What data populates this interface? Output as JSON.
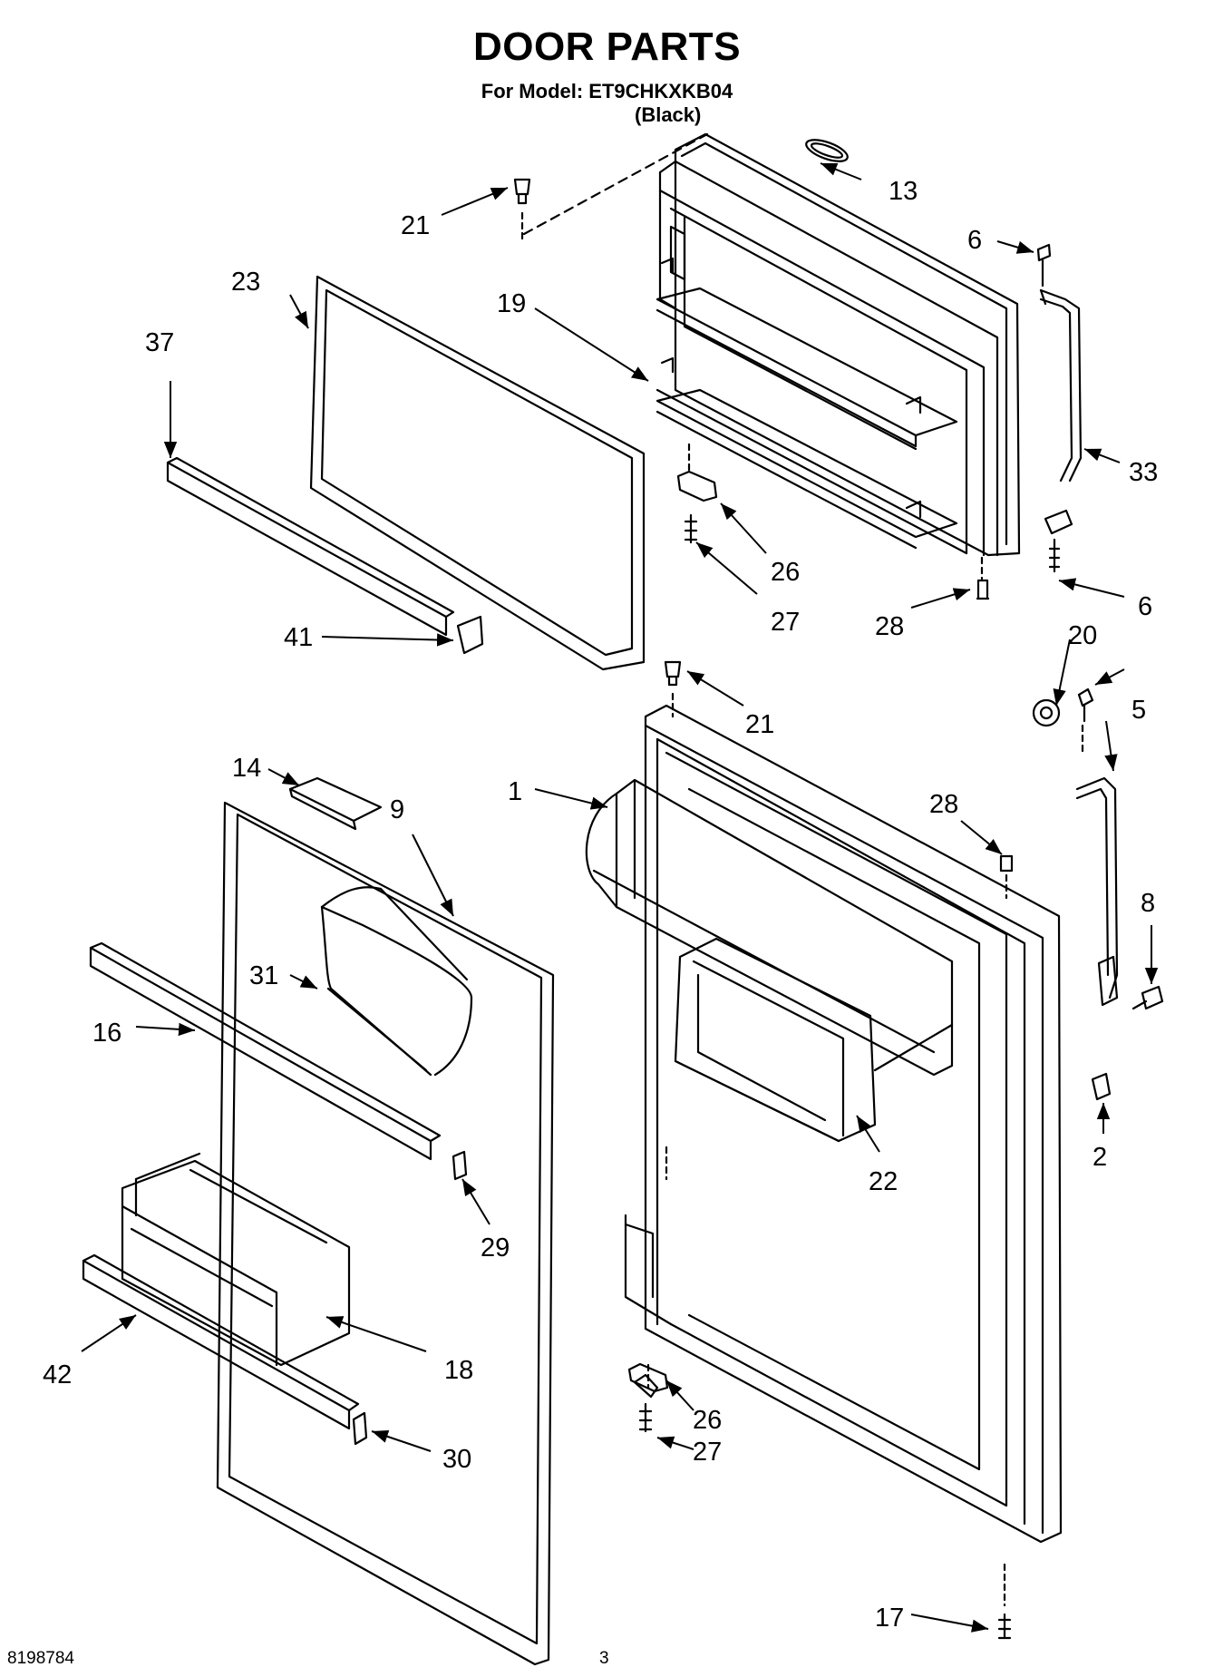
{
  "header": {
    "title": "DOOR PARTS",
    "model_line": "For Model: ET9CHKXKB04",
    "color_line": "(Black)"
  },
  "callouts": {
    "c1": "1",
    "c2": "2",
    "c5": "5",
    "c6a": "6",
    "c6b": "6",
    "c8": "8",
    "c9": "9",
    "c13": "13",
    "c14": "14",
    "c16": "16",
    "c17": "17",
    "c18": "18",
    "c19": "19",
    "c20": "20",
    "c21a": "21",
    "c21b": "21",
    "c22": "22",
    "c23": "23",
    "c26a": "26",
    "c26b": "26",
    "c27a": "27",
    "c27b": "27",
    "c28a": "28",
    "c28b": "28",
    "c29": "29",
    "c30": "30",
    "c31": "31",
    "c33": "33",
    "c37": "37",
    "c41": "41",
    "c42": "42"
  },
  "footer": {
    "doc_number": "8198784",
    "page_number": "3"
  }
}
